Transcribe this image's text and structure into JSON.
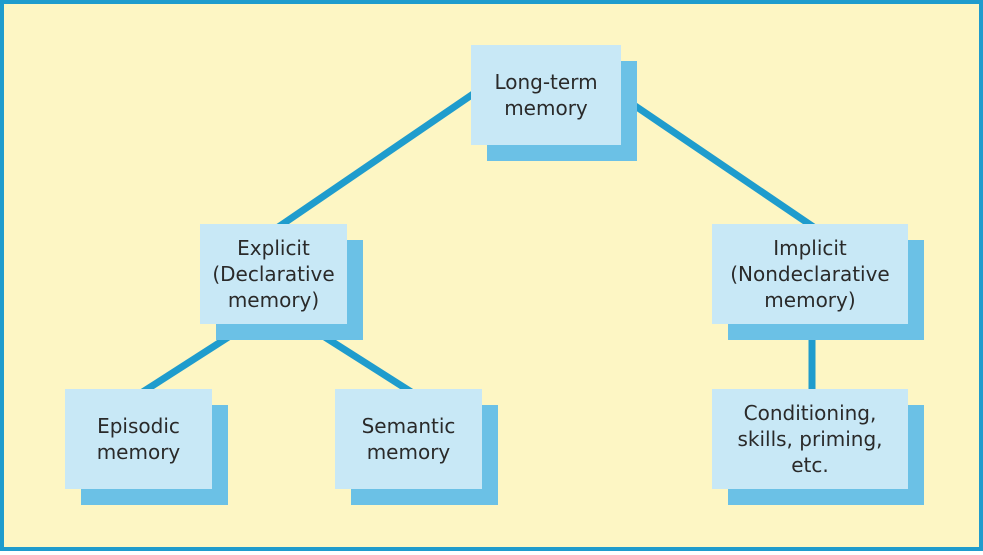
{
  "diagram": {
    "nodes": {
      "long_term": "Long-term\nmemory",
      "explicit": "Explicit\n(Declarative\nmemory)",
      "implicit": "Implicit\n(Nondeclarative\nmemory)",
      "episodic": "Episodic\nmemory",
      "semantic": "Semantic\nmemory",
      "conditioning": "Conditioning,\nskills, priming,\netc."
    },
    "edges": [
      [
        "long_term",
        "explicit"
      ],
      [
        "long_term",
        "implicit"
      ],
      [
        "explicit",
        "episodic"
      ],
      [
        "explicit",
        "semantic"
      ],
      [
        "implicit",
        "conditioning"
      ]
    ],
    "colors": {
      "background": "#fdf6c4",
      "frame": "#1f9ccd",
      "box": "#c8e8f6",
      "shadow": "#6bc1e6",
      "connector": "#1f9ccd"
    }
  }
}
